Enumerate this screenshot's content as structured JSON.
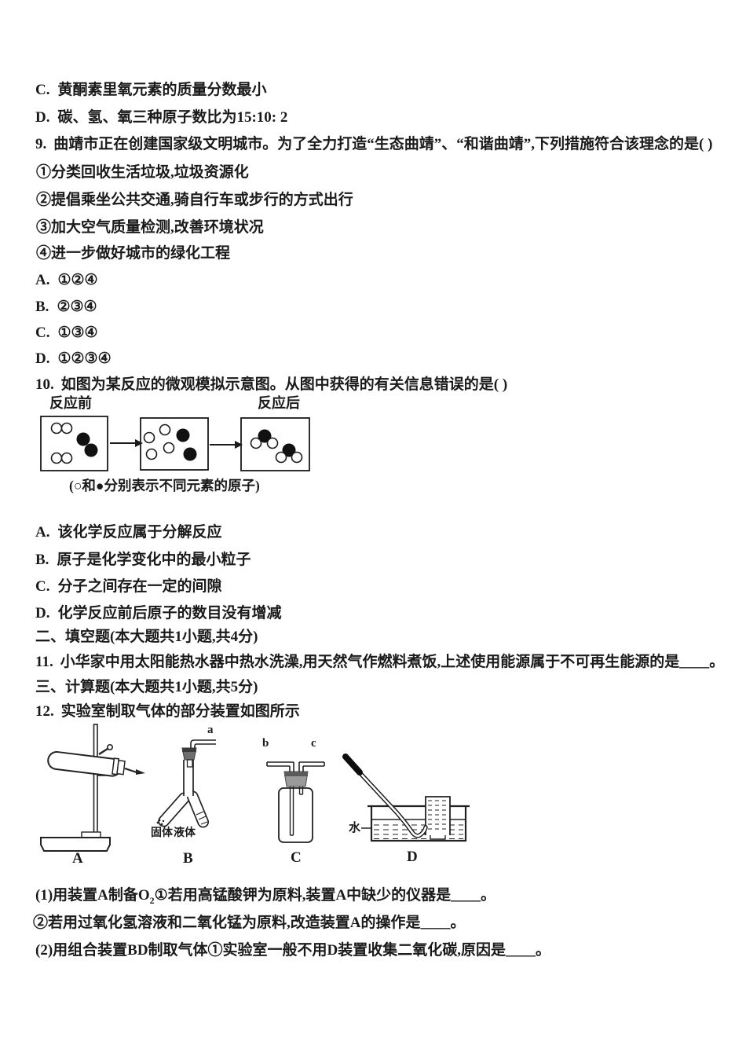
{
  "colors": {
    "text": "#1a1a1a",
    "page_bg": "#ffffff",
    "stroke": "#222222"
  },
  "doc": {
    "q8": {
      "options": [
        {
          "label": "C.",
          "text": "黄酮素里氧元素的质量分数最小"
        },
        {
          "label": "D.",
          "text": "碳、氢、氧三种原子数比为15:10: 2"
        }
      ]
    },
    "q9": {
      "number": "9.",
      "stem": "曲靖市正在创建国家级文明城市。为了全力打造“生态曲靖”、“和谐曲靖”,下列措施符合该理念的是( )",
      "statements": [
        "①分类回收生活垃圾,垃圾资源化",
        "②提倡乘坐公共交通,骑自行车或步行的方式出行",
        "③加大空气质量检测,改善环境状况",
        "④进一步做好城市的绿化工程"
      ],
      "options": [
        {
          "label": "A.",
          "text": "①②④"
        },
        {
          "label": "B.",
          "text": "②③④"
        },
        {
          "label": "C.",
          "text": "①③④"
        },
        {
          "label": "D.",
          "text": "①②③④"
        }
      ]
    },
    "q10": {
      "number": "10.",
      "stem": "如图为某反应的微观模拟示意图。从图中获得的有关信息错误的是(   )",
      "diagram": {
        "before_label": "反应前",
        "after_label": "反应后",
        "caption": "(○和●分别表示不同元素的原子)"
      },
      "options": [
        {
          "label": "A.",
          "text": "该化学反应属于分解反应"
        },
        {
          "label": "B.",
          "text": "原子是化学变化中的最小粒子"
        },
        {
          "label": "C.",
          "text": "分子之间存在一定的间隙"
        },
        {
          "label": "D.",
          "text": "化学反应前后原子的数目没有增减"
        }
      ]
    },
    "section_fill": "二、填空题(本大题共1小题,共4分)",
    "q11": {
      "number": "11.",
      "text": "小华家中用太阳能热水器中热水洗澡,用天然气作燃料煮饭,上述使用能源属于不可再生能源的是____。"
    },
    "section_calc": "三、计算题(本大题共1小题,共5分)",
    "q12": {
      "number": "12.",
      "intro": "实验室制取气体的部分装置如图所示",
      "apparatus": {
        "port_a": "a",
        "port_b": "b",
        "port_c": "c",
        "solid_label": "固体",
        "liquid_label": "液体",
        "water_label": "水",
        "labels": [
          "A",
          "B",
          "C",
          "D"
        ]
      },
      "parts": [
        {
          "pre": "(1)用装置A制备O",
          "sub": "2",
          "post": "①若用高锰酸钾为原料,装置A中缺少的仪器是____。"
        },
        {
          "text": "②若用过氧化氢溶液和二氧化锰为原料,改造装置A的操作是____。"
        },
        {
          "text": "(2)用组合装置BD制取气体①实验室一般不用D装置收集二氧化碳,原因是____。"
        }
      ]
    }
  }
}
